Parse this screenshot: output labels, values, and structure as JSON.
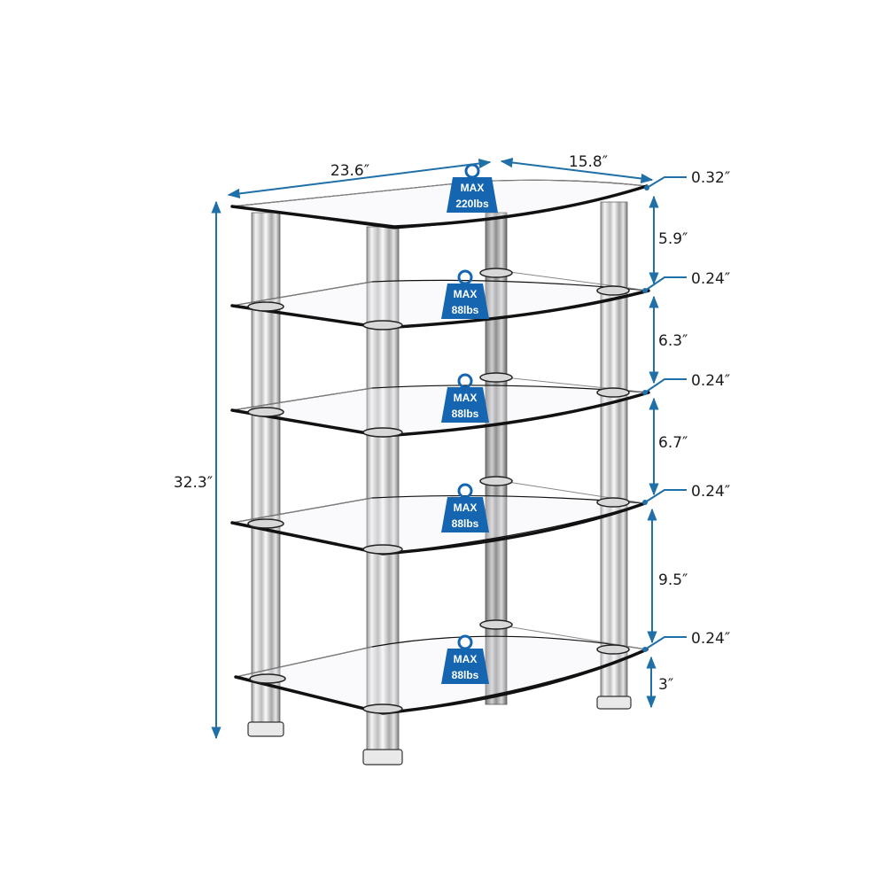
{
  "product": {
    "type": "5-tier glass media/audio rack",
    "colors": {
      "dimension_line": "#1f6fa8",
      "badge": "#1565b0",
      "text": "#1a1a1a",
      "glass_edge": "#111111",
      "pole": "#c9c9c9"
    }
  },
  "dimensions": {
    "width": "23.6″",
    "depth": "15.8″",
    "height": "32.3″",
    "top_thickness": "0.32″",
    "gaps": [
      "5.9″",
      "6.3″",
      "6.7″",
      "9.5″",
      "3″"
    ],
    "shelf_thicknesses": [
      "0.24″",
      "0.24″",
      "0.24″",
      "0.24″"
    ]
  },
  "badges": [
    {
      "line1": "MAX",
      "line2": "220lbs"
    },
    {
      "line1": "MAX",
      "line2": "88lbs"
    },
    {
      "line1": "MAX",
      "line2": "88lbs"
    },
    {
      "line1": "MAX",
      "line2": "88lbs"
    },
    {
      "line1": "MAX",
      "line2": "88lbs"
    }
  ]
}
